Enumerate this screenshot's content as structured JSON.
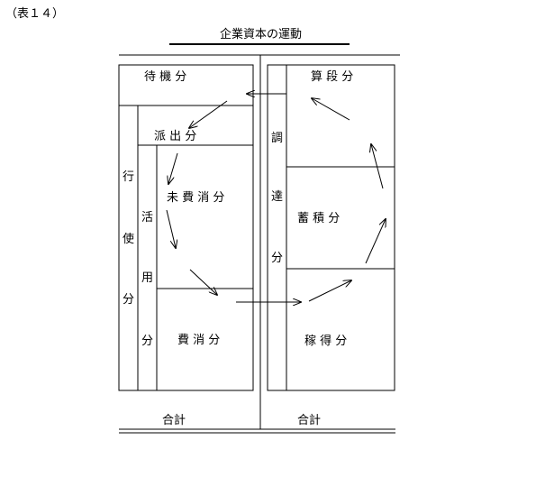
{
  "table_label": "（表１４）",
  "title": "企業資本の運動",
  "left": {
    "taiki": "待 機 分",
    "koushi": [
      "行",
      "使",
      "分"
    ],
    "hade": "派 出 分",
    "katsuyou": [
      "活",
      "用",
      "分"
    ],
    "mihishou": "未 費 消 分",
    "hishou": "費 消 分"
  },
  "right": {
    "chotatsu": [
      "調",
      "達",
      "分"
    ],
    "sandan": "算 段 分",
    "chikuseki": "蓄 積 分",
    "katoku": "稼 得 分"
  },
  "totals": {
    "left": "合計",
    "right": "合計"
  }
}
